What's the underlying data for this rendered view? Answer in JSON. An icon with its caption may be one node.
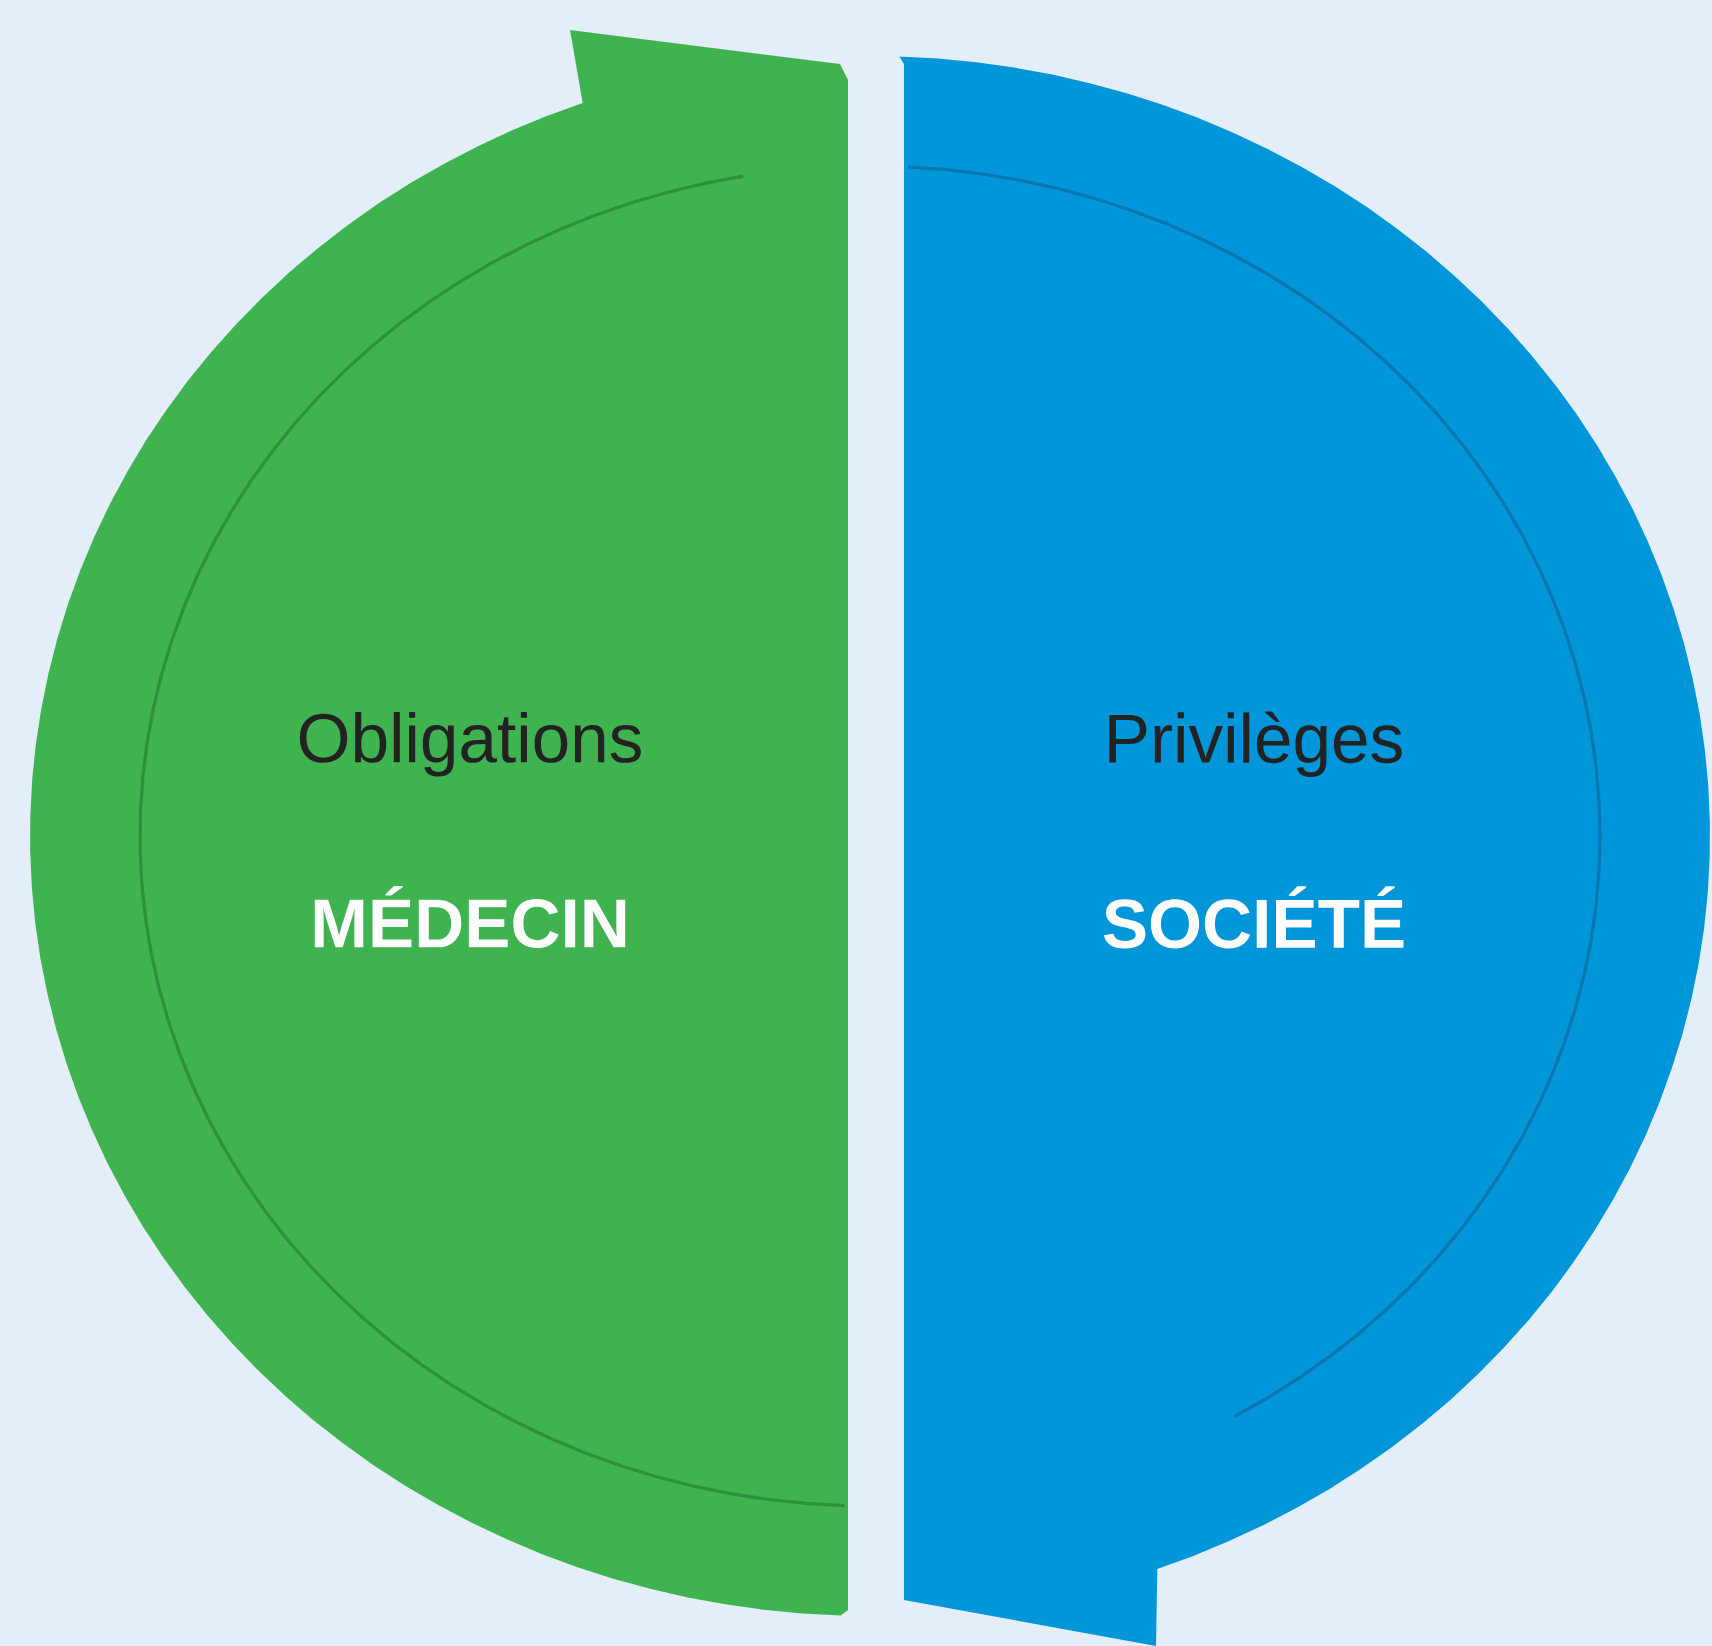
{
  "diagram": {
    "nodes": [
      {
        "text": [
          "Obligations",
          "MÉDECIN"
        ]
      },
      {
        "text": [
          "Privilèges",
          "SOCIÉTÉ"
        ]
      }
    ]
  }
}
